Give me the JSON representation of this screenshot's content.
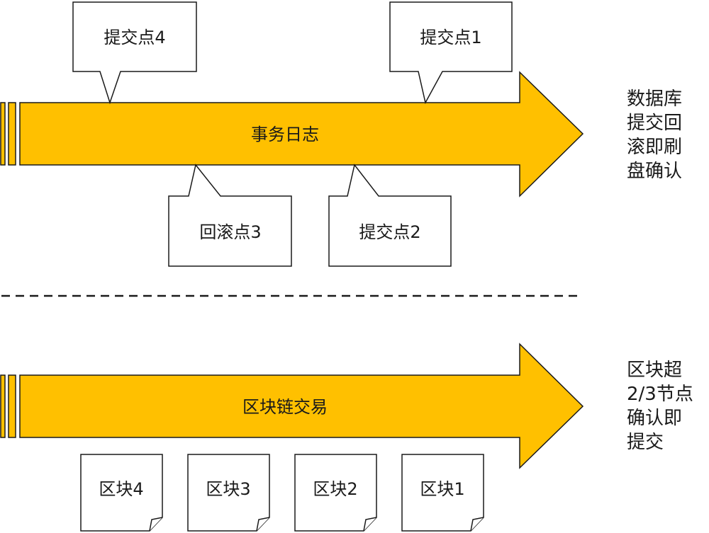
{
  "colors": {
    "arrow_fill": "#FFC000",
    "stroke": "#1a1a1a",
    "background": "#ffffff"
  },
  "top": {
    "arrow_label": "事务日志",
    "callouts_above": [
      "提交点4",
      "提交点1"
    ],
    "callouts_below": [
      "回滚点3",
      "提交点2"
    ],
    "side_lines": [
      "数据库",
      "提交回",
      "滚即刷",
      "盘确认"
    ]
  },
  "bottom": {
    "arrow_label": "区块链交易",
    "blocks": [
      "区块4",
      "区块3",
      "区块2",
      "区块1"
    ],
    "side_lines": [
      "区块超",
      "2/3节点",
      "确认即",
      "提交"
    ]
  }
}
